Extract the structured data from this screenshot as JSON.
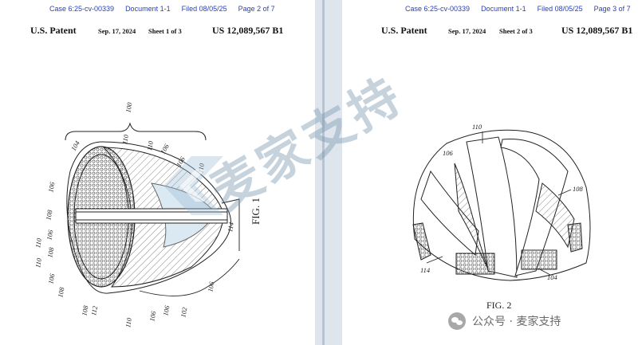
{
  "left_page": {
    "header": {
      "case": "Case 6:25-cv-00339",
      "doc": "Document 1-1",
      "filed": "Filed 08/05/25",
      "page": "Page 2 of 7"
    },
    "patent_line": {
      "title": "U.S. Patent",
      "date": "Sep. 17, 2024",
      "sheet": "Sheet 1 of 3",
      "number": "US 12,089,567 B1"
    },
    "figure_label": "FIG. 1",
    "ref_labels": {
      "r100": "100",
      "r110a": "110",
      "r106a": "106",
      "r110b": "110",
      "r106b": "106",
      "r110c": "110",
      "r104": "104",
      "r106c": "106",
      "r108a": "108",
      "r106d": "106",
      "r110d": "110",
      "r108b": "108",
      "r110e": "110",
      "r106e": "106",
      "r108c": "108",
      "r108d": "108",
      "r112": "112",
      "r110f": "110",
      "r106f": "106",
      "r106g": "106",
      "r102": "102",
      "r106h": "106",
      "r114": "114"
    }
  },
  "right_page": {
    "header": {
      "case": "Case 6:25-cv-00339",
      "doc": "Document 1-1",
      "filed": "Filed 08/05/25",
      "page": "Page 3 of 7"
    },
    "patent_line": {
      "title": "U.S. Patent",
      "date": "Sep. 17, 2024",
      "sheet": "Sheet 2 of 3",
      "number": "US 12,089,567 B1"
    },
    "figure_label": "FIG. 2",
    "ref_labels": {
      "r110": "110",
      "r106": "106",
      "r108": "108",
      "r114": "114",
      "r104": "104"
    }
  },
  "watermark": {
    "text": "麦家支持"
  },
  "footer": {
    "icon": "wechat-icon",
    "text": "公众号 · 麦家支持"
  }
}
